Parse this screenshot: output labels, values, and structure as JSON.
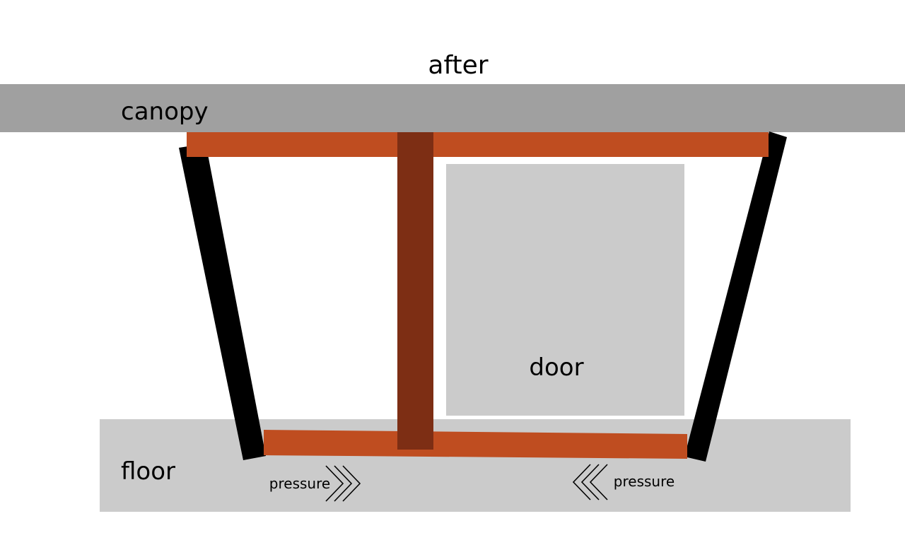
{
  "title": "after",
  "labels": {
    "canopy": "canopy",
    "floor": "floor",
    "door": "door",
    "pressure_left": "pressure",
    "pressure_right": "pressure"
  },
  "colors": {
    "canopy": "#a0a0a0",
    "floor": "#cbcbcb",
    "door": "#cbcbcb",
    "beam": "#bf4d20",
    "post": "#7d2e14",
    "strut": "#000000",
    "text": "#000000"
  },
  "icons": {
    "pressure_left": "chevrons-right-icon",
    "pressure_right": "chevrons-left-icon"
  }
}
